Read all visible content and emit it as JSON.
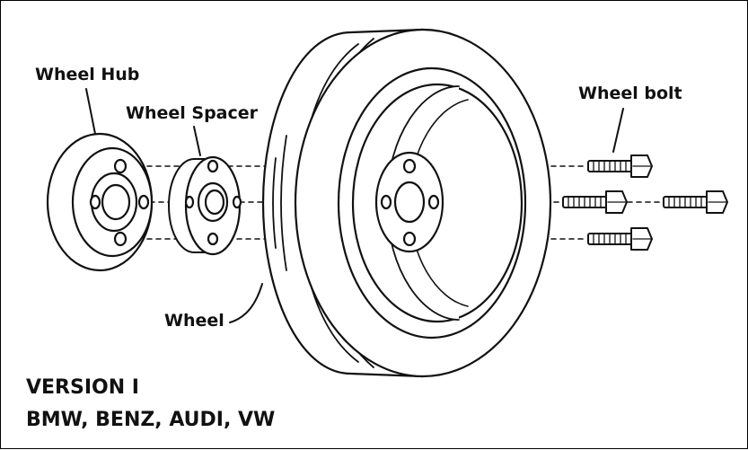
{
  "labels": {
    "hub": "Wheel Hub",
    "spacer": "Wheel Spacer",
    "wheel": "Wheel",
    "bolt": "Wheel bolt"
  },
  "footer": {
    "version": "VERSION I",
    "brands": "BMW, BENZ, AUDI, VW"
  },
  "colors": {
    "ink": "#111111",
    "paper": "#ffffff"
  }
}
